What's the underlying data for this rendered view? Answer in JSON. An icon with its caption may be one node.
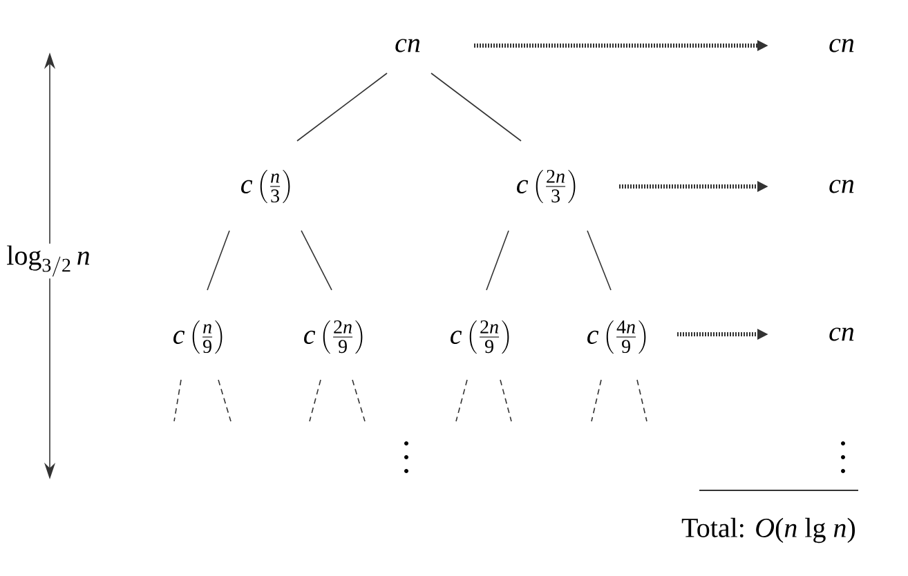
{
  "diagram": {
    "nodes": [
      {
        "text": [
          "cn"
        ]
      },
      {
        "text": [
          "c\\left(\\frac{n}{3}\\right)"
        ]
      },
      {
        "text": [
          "c\\left(\\frac{2n}{3}\\right)"
        ]
      },
      {
        "text": [
          "c\\left(\\frac{n}{9}\\right)"
        ]
      },
      {
        "text": [
          "c\\left(\\frac{2n}{9}\\right)"
        ]
      },
      {
        "text": [
          "c\\left(\\frac{2n}{9}\\right)"
        ]
      },
      {
        "text": [
          "c\\left(\\frac{4n}{9}\\right)"
        ]
      },
      {
        "text": [
          "cn"
        ]
      },
      {
        "text": [
          "cn"
        ]
      },
      {
        "text": [
          "cn"
        ]
      }
    ],
    "edges": [
      {
        "from": 0,
        "to": 1,
        "arrow": "none"
      },
      {
        "from": 0,
        "to": 2,
        "arrow": "none"
      },
      {
        "from": 1,
        "to": 3,
        "arrow": "none"
      },
      {
        "from": 1,
        "to": 4,
        "arrow": "none"
      },
      {
        "from": 2,
        "to": 5,
        "arrow": "none"
      },
      {
        "from": 2,
        "to": 6,
        "arrow": "none"
      },
      {
        "from": 0,
        "to": 7,
        "arrow": "to",
        "style": "dashed"
      },
      {
        "from": 2,
        "to": 8,
        "arrow": "to",
        "style": "dashed"
      },
      {
        "from": 6,
        "to": 9,
        "arrow": "to",
        "style": "dashed"
      },
      {
        "from": 3,
        "to": null,
        "arrow": "none",
        "style": "dashed"
      },
      {
        "from": 3,
        "to": null,
        "arrow": "none",
        "style": "dashed"
      },
      {
        "from": 4,
        "to": null,
        "arrow": "none",
        "style": "dashed"
      },
      {
        "from": 4,
        "to": null,
        "arrow": "none",
        "style": "dashed"
      },
      {
        "from": 5,
        "to": null,
        "arrow": "none",
        "style": "dashed"
      },
      {
        "from": 5,
        "to": null,
        "arrow": "none",
        "style": "dashed"
      },
      {
        "from": 6,
        "to": null,
        "arrow": "none",
        "style": "dashed"
      },
      {
        "from": 6,
        "to": null,
        "arrow": "none",
        "style": "dashed"
      }
    ],
    "labels": [
      "\\log_{3/2} n",
      "Total: *O*(*n* lg *n*)"
    ]
  }
}
